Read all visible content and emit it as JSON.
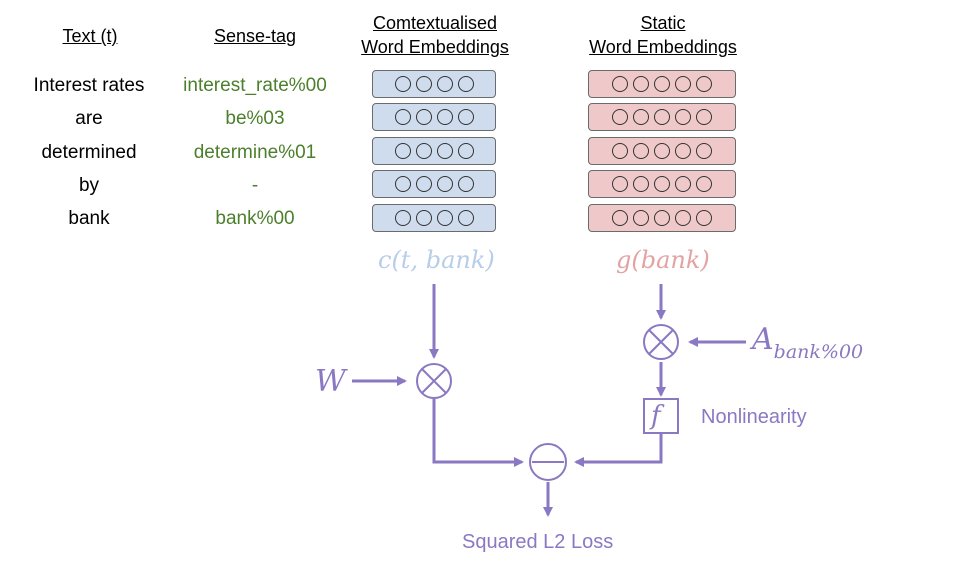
{
  "headers": {
    "text": "Text (t)",
    "sense": "Sense-tag",
    "contextual_line1": "Comtextualised",
    "contextual_line2": "Word Embeddings",
    "static_line1": "Static",
    "static_line2": "Word Embeddings"
  },
  "rows": [
    {
      "word": "Interest rates",
      "tag": "interest_rate%00"
    },
    {
      "word": "are",
      "tag": "be%03"
    },
    {
      "word": "determined",
      "tag": "determine%01"
    },
    {
      "word": "by",
      "tag": "-"
    },
    {
      "word": "bank",
      "tag": "bank%00"
    }
  ],
  "embeddings": {
    "contextual_dims": 4,
    "static_dims": 5,
    "contextual_color": "#cfdcee",
    "static_color": "#efc9c9"
  },
  "labels": {
    "c_func": "c(t,  bank)",
    "g_func": "g(bank)",
    "W": "W",
    "A": "A",
    "A_sub": "bank%00",
    "f": "f",
    "nonlinearity": "Nonlinearity",
    "loss": "Squared L2 Loss"
  },
  "colors": {
    "flow": "#8a79c2",
    "c_label": "#b7cde9",
    "g_label": "#e3a3a3",
    "tag_text": "#4b7f2c"
  }
}
